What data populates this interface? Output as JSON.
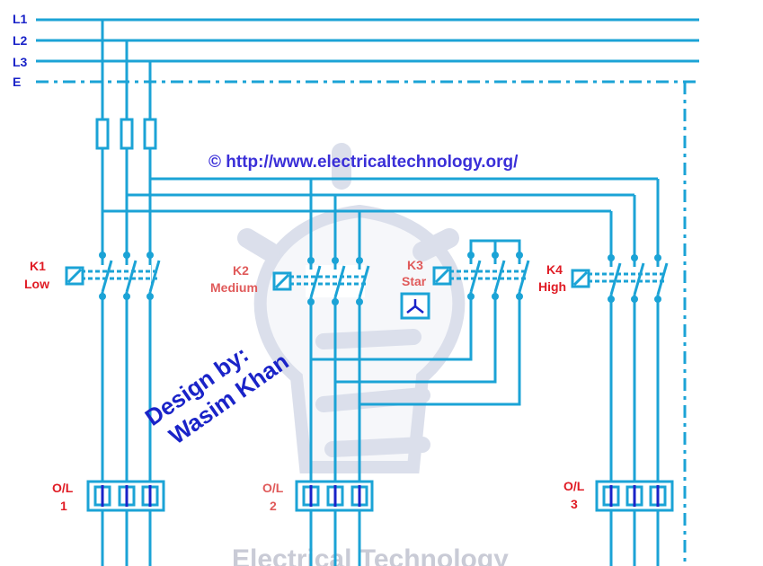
{
  "lines": {
    "l1": "L1",
    "l2": "L2",
    "l3": "L3",
    "e": "E"
  },
  "copyright": "© http://www.electricaltechnology.org/",
  "watermark": {
    "design_by": "Design by:",
    "author": "Wasim Khan",
    "brand": "Electrical Technology"
  },
  "contactors": {
    "k1": {
      "name": "K1",
      "speed": "Low"
    },
    "k2": {
      "name": "K2",
      "speed": "Medium"
    },
    "k3": {
      "name": "K3",
      "speed": "Star"
    },
    "k4": {
      "name": "K4",
      "speed": "High"
    }
  },
  "overloads": {
    "ol1": {
      "label": "O/L",
      "num": "1"
    },
    "ol2": {
      "label": "O/L",
      "num": "2"
    },
    "ol3": {
      "label": "O/L",
      "num": "3"
    }
  },
  "colors": {
    "wire": "#1ba3d6",
    "label_blue": "#1a23c8",
    "label_red": "#e01b24",
    "label_pink": "#e05a5a",
    "copyright": "#3a2fd8",
    "watermark_bulb": "#9aa6c8"
  }
}
